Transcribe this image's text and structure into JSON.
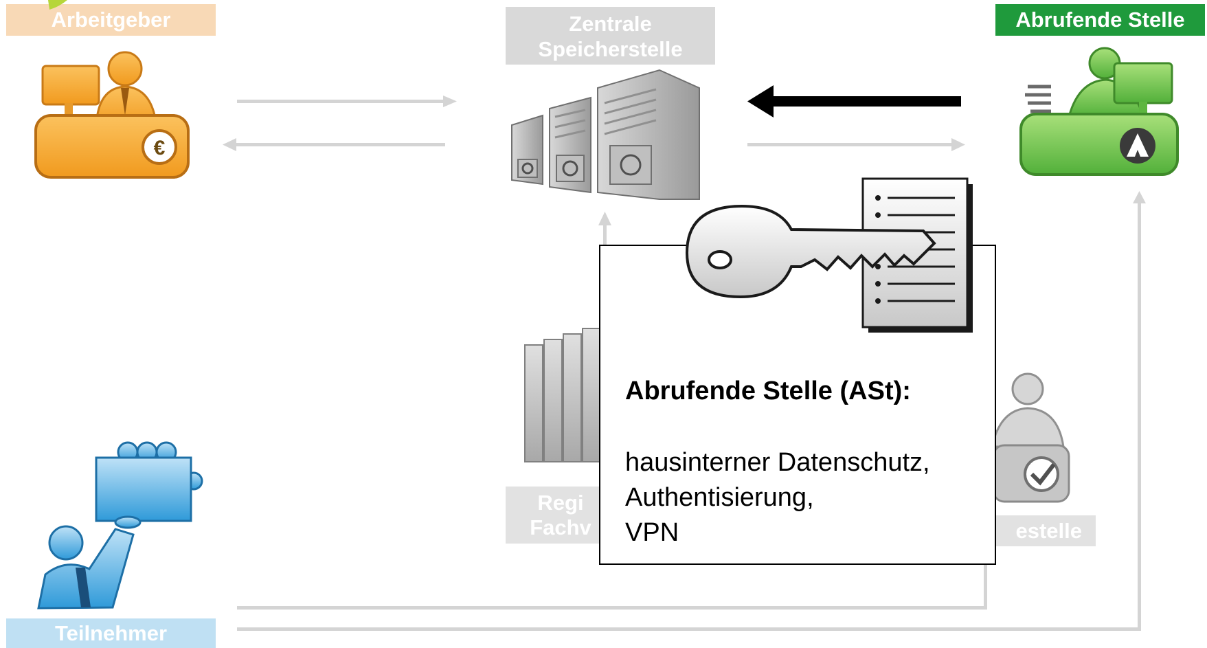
{
  "nodes": {
    "arbeitgeber": {
      "label": "Arbeitgeber",
      "color": "#f8d9b6"
    },
    "zentrale": {
      "label_line1": "Zentrale",
      "label_line2": "Speicherstelle",
      "color": "#d9d9d9"
    },
    "abrufende": {
      "label": "Abrufende Stelle",
      "color": "#1f9a3c"
    },
    "teilnehmer": {
      "label": "Teilnehmer",
      "color": "#bfe0f3"
    },
    "register": {
      "label_line1": "Regi",
      "label_line2": "Fachv",
      "color": "#e2e2e2"
    },
    "pruefstelle": {
      "label": "estelle",
      "color": "#e2e2e2"
    }
  },
  "popup": {
    "title": "Abrufende Stelle (ASt):",
    "lines": [
      "hausinterner Datenschutz,",
      "Authentisierung,",
      "VPN"
    ]
  },
  "icons": {
    "arbeitgeber": "employer-at-desk-euro-icon",
    "zentrale": "server-vault-icon",
    "abrufende": "agency-desk-icon",
    "teilnehmer": "participant-with-card-icon",
    "register": "file-folders-icon",
    "pruefstelle": "verifier-checkmark-icon",
    "key": "key-document-icon"
  }
}
